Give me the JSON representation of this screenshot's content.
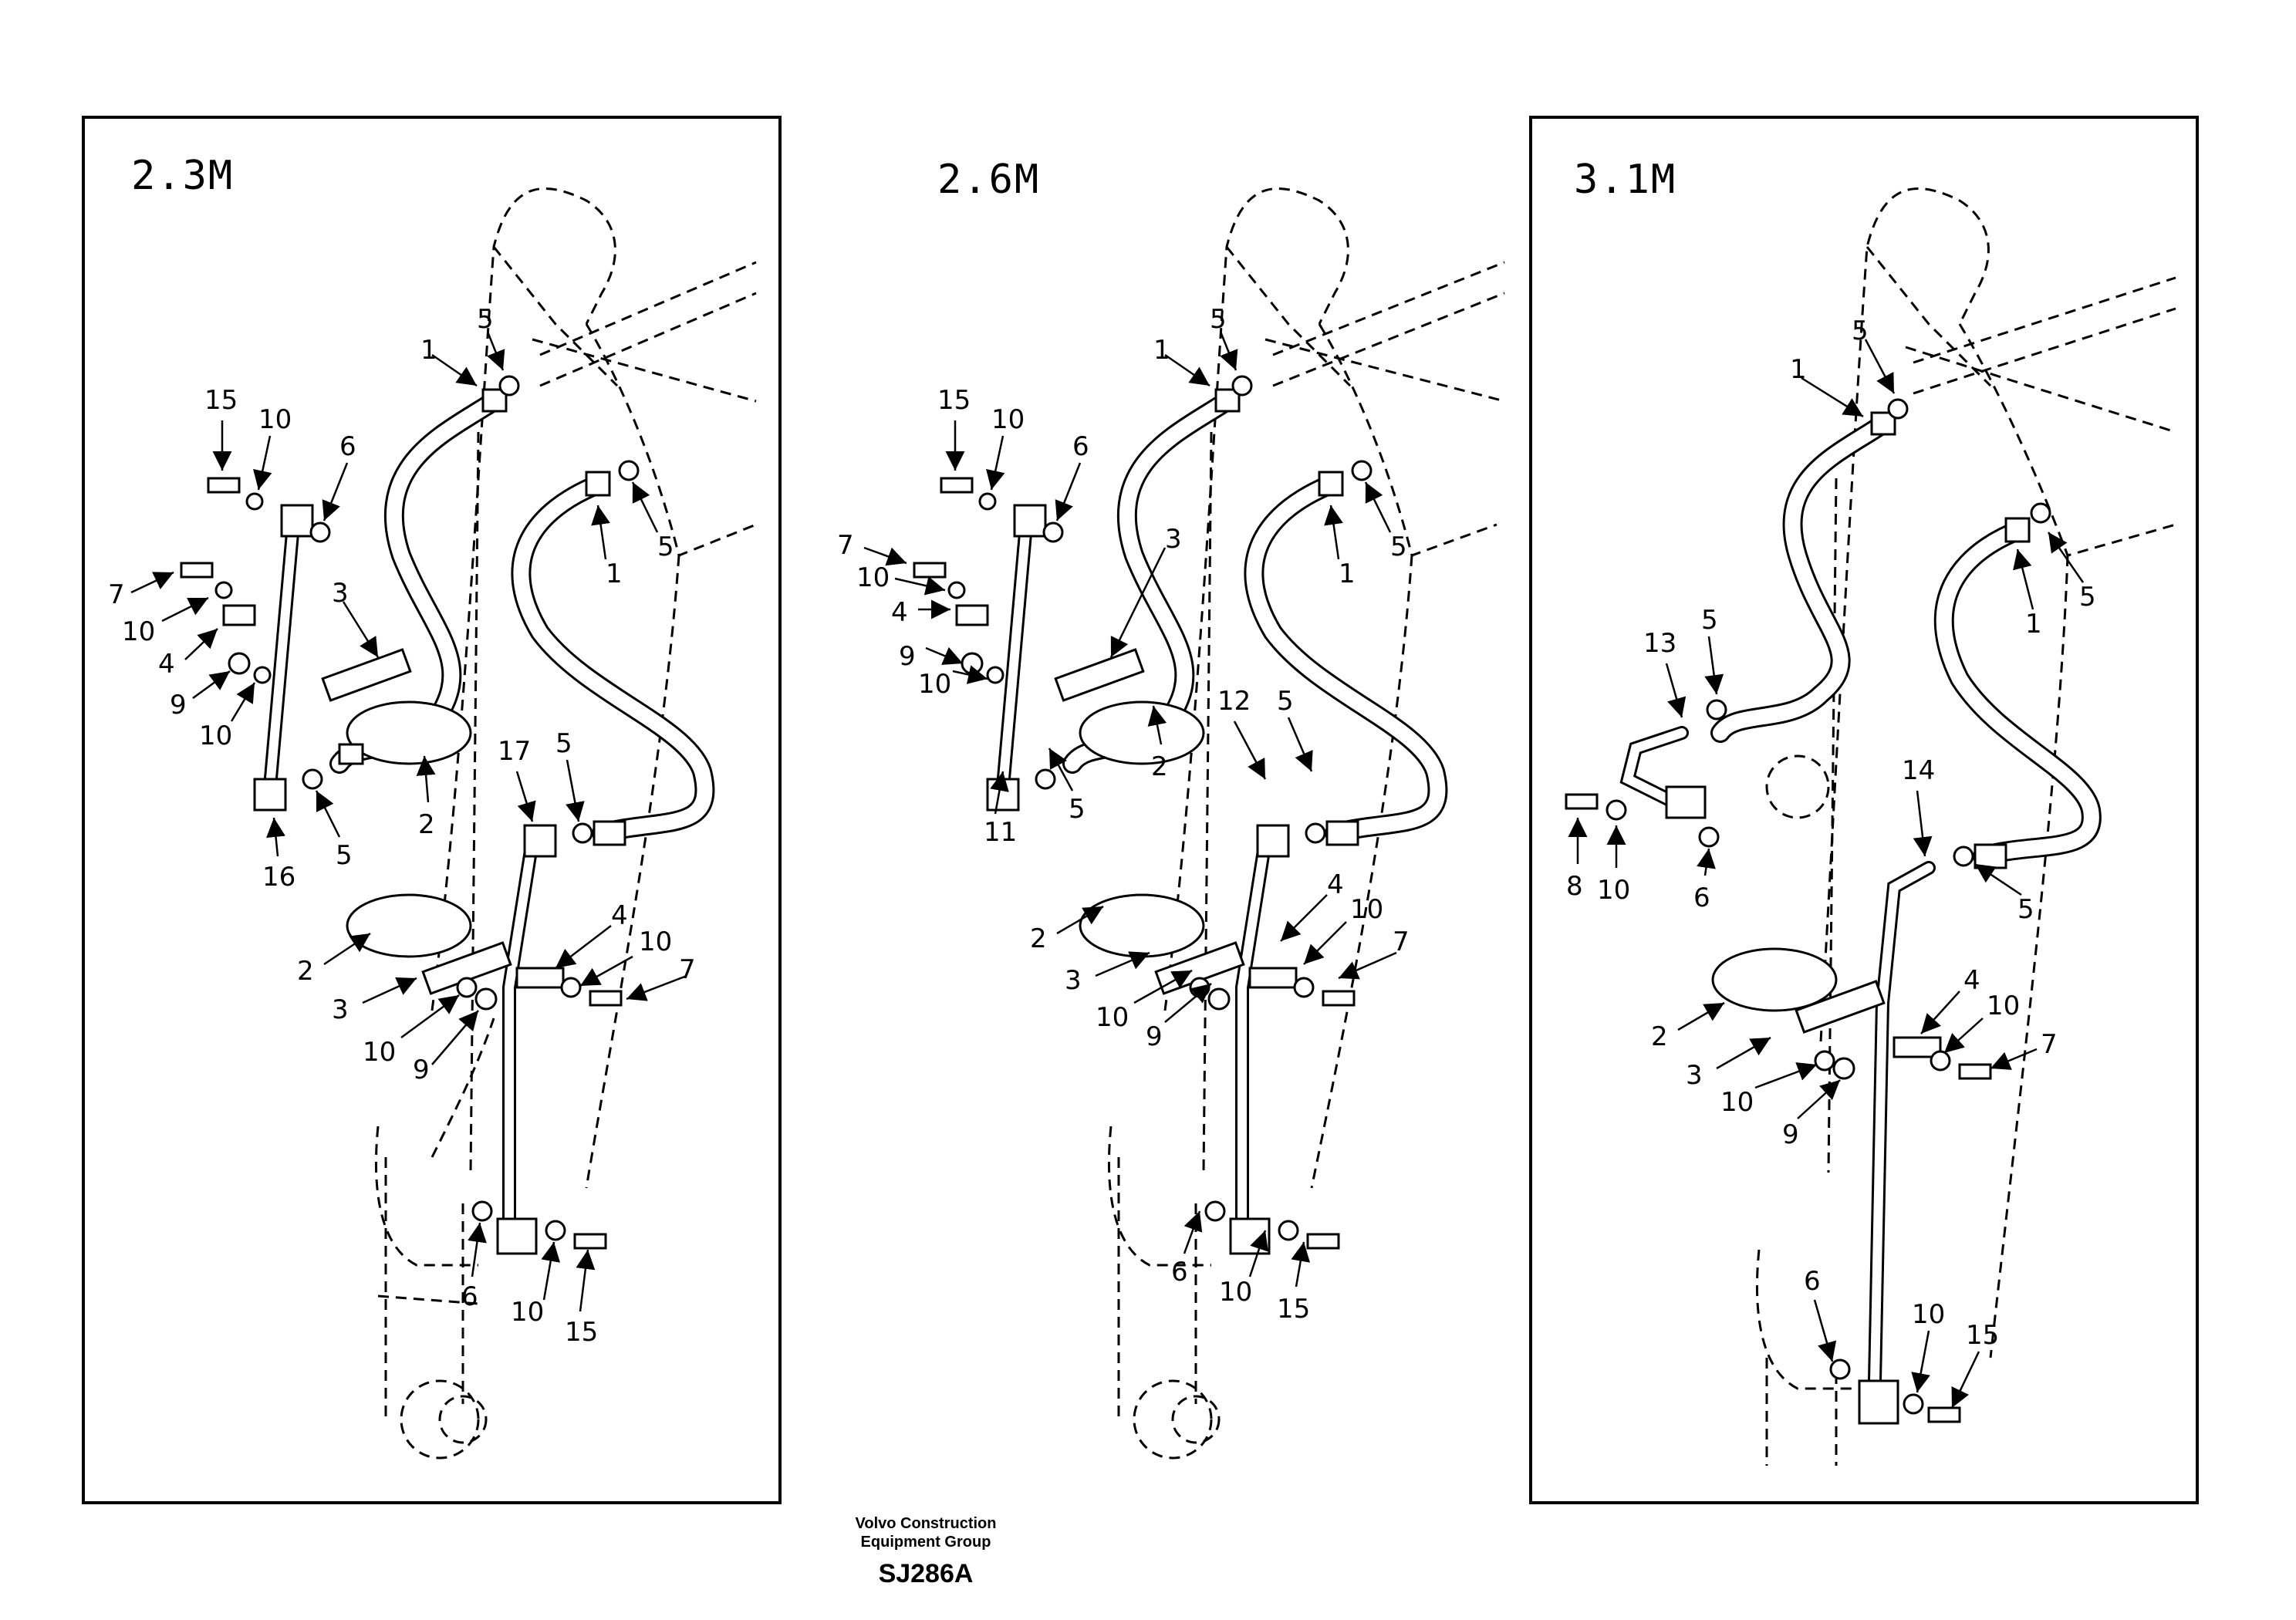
{
  "panels": [
    {
      "title": "2.3M"
    },
    {
      "title": "2.6M"
    },
    {
      "title": "3.1M"
    }
  ],
  "callouts": {
    "p1": [
      "1",
      "5",
      "1",
      "5",
      "15",
      "10",
      "6",
      "7",
      "10",
      "3",
      "4",
      "9",
      "10",
      "2",
      "16",
      "5",
      "17",
      "5",
      "2",
      "3",
      "10",
      "9",
      "4",
      "10",
      "7",
      "6",
      "10",
      "15"
    ],
    "p2": [
      "1",
      "5",
      "1",
      "5",
      "15",
      "10",
      "6",
      "7",
      "10",
      "3",
      "4",
      "9",
      "10",
      "2",
      "11",
      "5",
      "12",
      "5",
      "2",
      "3",
      "10",
      "9",
      "4",
      "10",
      "7",
      "6",
      "10",
      "15"
    ],
    "p3": [
      "1",
      "5",
      "1",
      "5",
      "13",
      "5",
      "8",
      "10",
      "6",
      "14",
      "5",
      "2",
      "3",
      "10",
      "9",
      "4",
      "10",
      "7",
      "6",
      "10",
      "15"
    ]
  },
  "footer": {
    "line1": "Volvo Construction",
    "line2": "Equipment Group",
    "code": "SJ286A"
  }
}
